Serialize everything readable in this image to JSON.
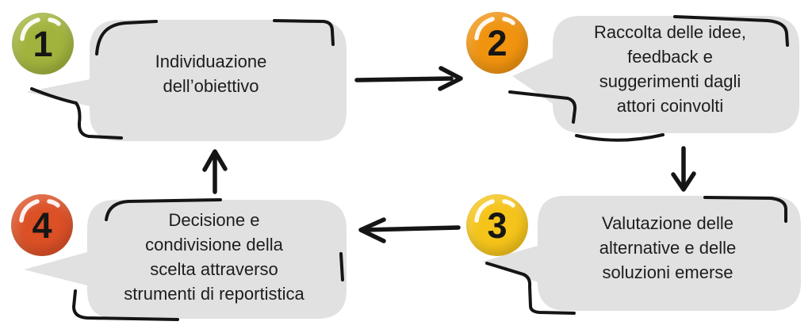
{
  "diagram": {
    "steps": [
      {
        "number": "1",
        "label": "Individuazione\ndell’obiettivo",
        "color": "#a2b33d"
      },
      {
        "number": "2",
        "label": "Raccolta delle idee,\nfeedback e\nsuggerimenti dagli\nattori coinvolti",
        "color": "#f0930f"
      },
      {
        "number": "3",
        "label": "Valutazione delle\nalternative e delle\nsoluzioni emerse",
        "color": "#f5c41a"
      },
      {
        "number": "4",
        "label": "Decisione e\ncondivisione della\nscelta attraverso\nstrumenti di reportistica",
        "color": "#dc5026"
      }
    ],
    "arrows": [
      {
        "from": "1",
        "to": "2",
        "direction": "right"
      },
      {
        "from": "2",
        "to": "3",
        "direction": "down"
      },
      {
        "from": "3",
        "to": "4",
        "direction": "left"
      },
      {
        "from": "4",
        "to": "1",
        "direction": "up"
      }
    ],
    "bubble_color": "#e1e1e1",
    "stroke_color": "#151515",
    "text_color": "#1d1d1d",
    "background_color": "#ffffff"
  }
}
